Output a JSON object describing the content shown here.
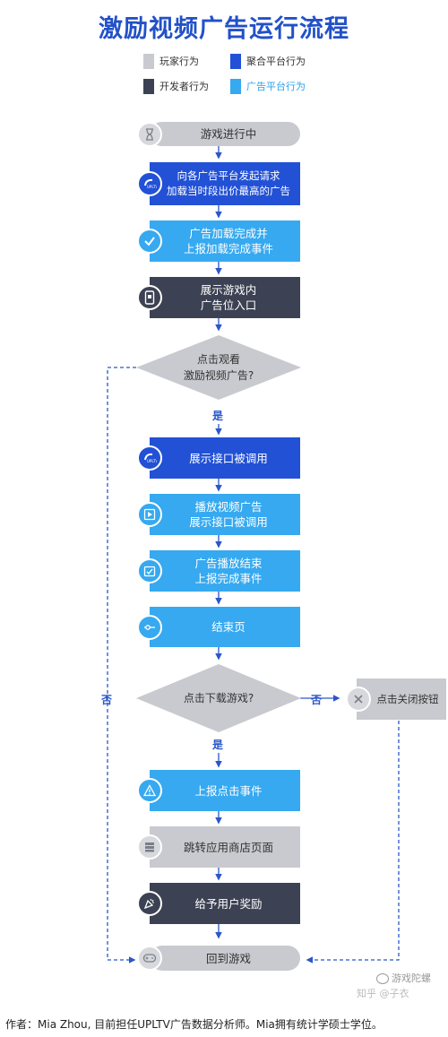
{
  "title": "激励视频广告运行流程",
  "legend": [
    {
      "label": "玩家行为",
      "color": "#c8cacf"
    },
    {
      "label": "聚合平台行为",
      "color": "#2251d6"
    },
    {
      "label": "开发者行为",
      "color": "#3c4253"
    },
    {
      "label": "广告平台行为",
      "color": "#36a9f0",
      "text_color": "#2aa3ec"
    }
  ],
  "colors": {
    "player": "#c8cacf",
    "aggregator": "#2251d6",
    "developer": "#3c4253",
    "adplatform": "#36a9f0",
    "arrow": "#2a57c9",
    "diamond": "#c8cacf"
  },
  "nodes": {
    "game_running": {
      "lines": [
        "游戏进行中"
      ],
      "icon": "hourglass-icon"
    },
    "request_ads": {
      "lines": [
        "向各广告平台发起请求",
        "加载当时段出价最高的广告"
      ],
      "icon": "upltv-logo-icon"
    },
    "ad_loaded": {
      "lines": [
        "广告加载完成并",
        "上报加载完成事件"
      ],
      "icon": "checkmark-icon"
    },
    "show_entry": {
      "lines": [
        "展示游戏内",
        "广告位入口"
      ],
      "icon": "phone-icon"
    },
    "show_api": {
      "lines": [
        "展示接口被调用"
      ],
      "icon": "upltv-logo-icon"
    },
    "play_video": {
      "lines": [
        "播放视频广告",
        "展示接口被调用"
      ],
      "icon": "video-icon"
    },
    "ad_finished": {
      "lines": [
        "广告播放结束",
        "上报完成事件"
      ],
      "icon": "calendar-check-icon"
    },
    "end_page": {
      "lines": [
        "结束页"
      ],
      "icon": "slider-icon"
    },
    "close_button": {
      "lines": [
        "点击关闭按钮"
      ],
      "icon": "close-icon"
    },
    "report_click": {
      "lines": [
        "上报点击事件"
      ],
      "icon": "warning-icon"
    },
    "jump_store": {
      "lines": [
        "跳转应用商店页面"
      ],
      "icon": "store-icon"
    },
    "give_reward": {
      "lines": [
        "给予用户奖励"
      ],
      "icon": "party-icon"
    },
    "back_to_game": {
      "lines": [
        "回到游戏"
      ],
      "icon": "gamepad-icon"
    }
  },
  "decisions": {
    "watch_ad": {
      "lines": [
        "点击观看",
        "激励视频广告?"
      ]
    },
    "download_game": {
      "lines": [
        "点击下载游戏?"
      ]
    }
  },
  "labels": {
    "yes1": "是",
    "yes2": "是",
    "no_left": "否",
    "no_right": "否"
  },
  "watermark": "知乎 @子衣",
  "watermark2": "游戏陀螺",
  "footer": "作者：Mia Zhou, 目前担任UPLTV广告数据分析师。Mia拥有统计学硕士学位。"
}
